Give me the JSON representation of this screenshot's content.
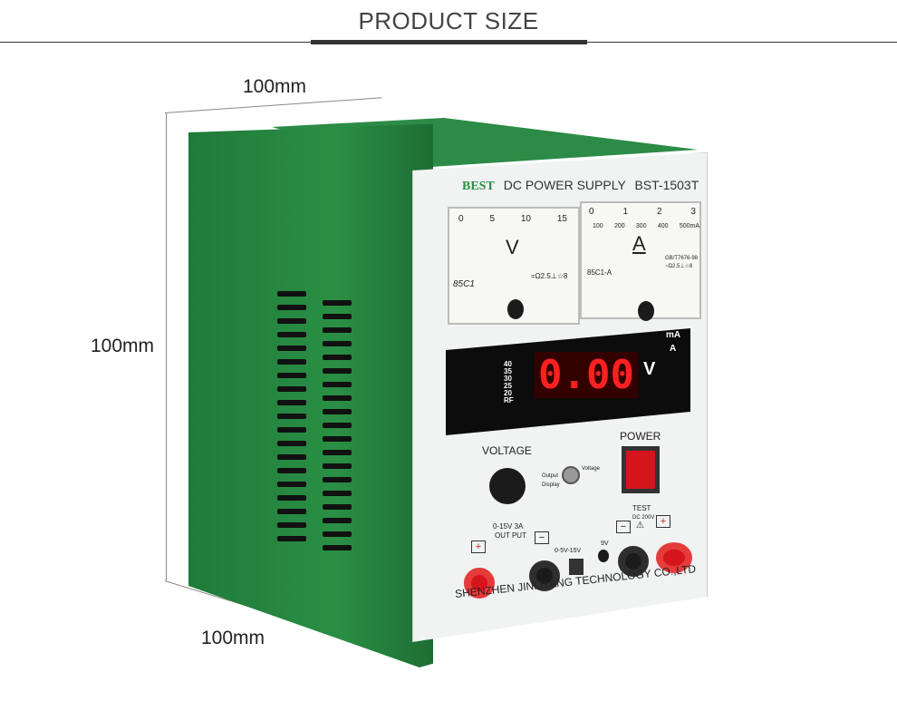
{
  "header": {
    "title": "PRODUCT SIZE"
  },
  "dimensions": {
    "width": "100mm",
    "height": "100mm",
    "depth": "100mm"
  },
  "product": {
    "brand": "BEST",
    "model_label": "DC POWER SUPPLY",
    "model": "BST-1503T",
    "voltmeter": {
      "unit": "V",
      "scale": [
        "0",
        "5",
        "10",
        "15"
      ],
      "model": "85C1",
      "class": "=Ω2.5⊥☆8"
    },
    "ammeter": {
      "unit": "A",
      "scale_top": [
        "0",
        "1",
        "2",
        "3"
      ],
      "scale_bottom": [
        "100",
        "200",
        "300",
        "400",
        "500mA"
      ],
      "model": "85C1-A",
      "standard": "GB/T7676-98",
      "class": "~Ω2.5⊥☆8"
    },
    "display": {
      "reading": "0.00",
      "unit": "V",
      "range_labels": [
        "40",
        "35",
        "30",
        "25",
        "20",
        "RF"
      ],
      "switch_labels": [
        "mA",
        "A"
      ]
    },
    "voltage_label": "VOLTAGE",
    "power_label": "POWER",
    "toggle": {
      "left_top": "Output",
      "left_bottom": "Display",
      "right": "Voltage"
    },
    "output": {
      "range": "0-15V  3A",
      "label": "OUT PUT",
      "plus": "+",
      "minus": "−"
    },
    "usb_label": "0-5V-15V",
    "dc_jack_label": "9V",
    "test": {
      "label": "TEST",
      "spec": "DC 200V",
      "plus": "+",
      "minus": "−",
      "warning": "⚠"
    },
    "manufacturer": "SHENZHEN JINLIYANG TECHNOLOGY CO.,LTD",
    "colors": {
      "body": "#2a8f45",
      "panel": "#f1f2f2",
      "display": "#ff2020",
      "terminal_red": "#d5141c"
    }
  }
}
